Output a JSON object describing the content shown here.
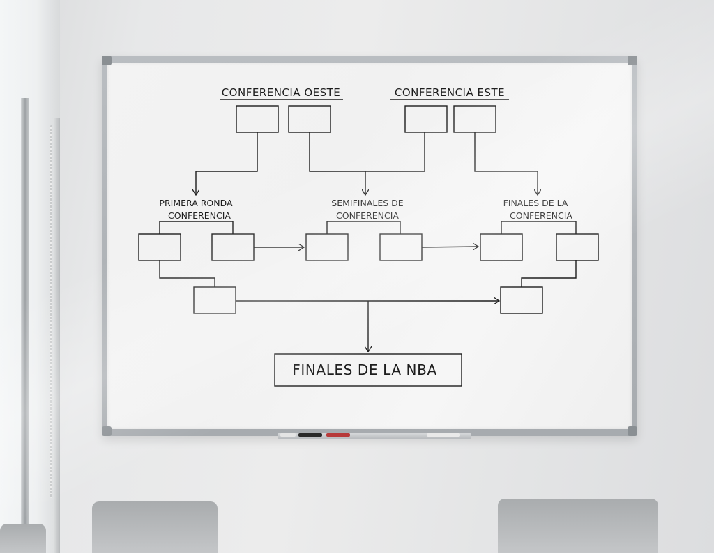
{
  "whiteboard": {
    "west_conference": "CONFERENCIA OESTE",
    "east_conference": "CONFERENCIA ESTE",
    "first_round_line1": "PRIMERA RONDA",
    "first_round_line2": "CONFERENCIA",
    "semifinals_line1": "SEMIFINALES DE",
    "semifinals_line2": "CONFERENCIA",
    "conf_finals_line1": "FINALES DE LA",
    "conf_finals_line2": "CONFERENCIA",
    "nba_finals": "FINALES DE LA NBA"
  },
  "colors": {
    "ink": "#1d1d1d",
    "board": "#f2f2f2",
    "frame": "#b0b4b8",
    "wall": "#e6e7e8"
  }
}
